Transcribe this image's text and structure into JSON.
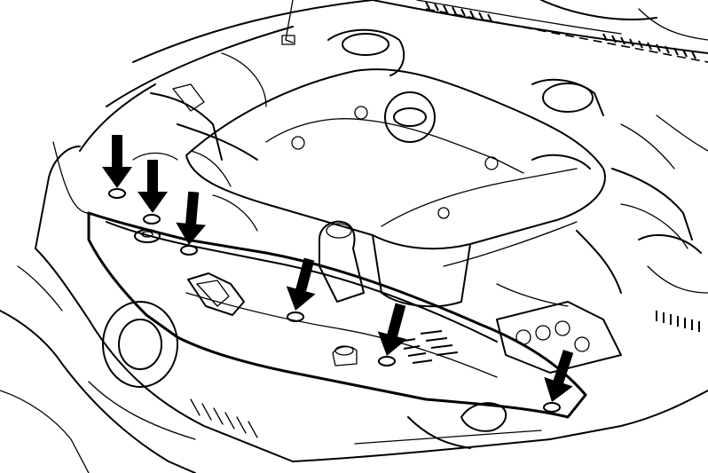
{
  "figure": {
    "subject": "engine-bay-cowl-panel",
    "arrow_color": "#000000",
    "line_color": "#000000",
    "background_color": "#ffffff",
    "callouts": [
      {
        "id": "fastener-1",
        "icon": "down-arrow-icon"
      },
      {
        "id": "fastener-2",
        "icon": "down-arrow-icon"
      },
      {
        "id": "fastener-3",
        "icon": "down-arrow-icon"
      },
      {
        "id": "fastener-4",
        "icon": "down-arrow-icon"
      },
      {
        "id": "fastener-5",
        "icon": "down-arrow-icon"
      },
      {
        "id": "fastener-6",
        "icon": "down-arrow-icon"
      }
    ]
  }
}
